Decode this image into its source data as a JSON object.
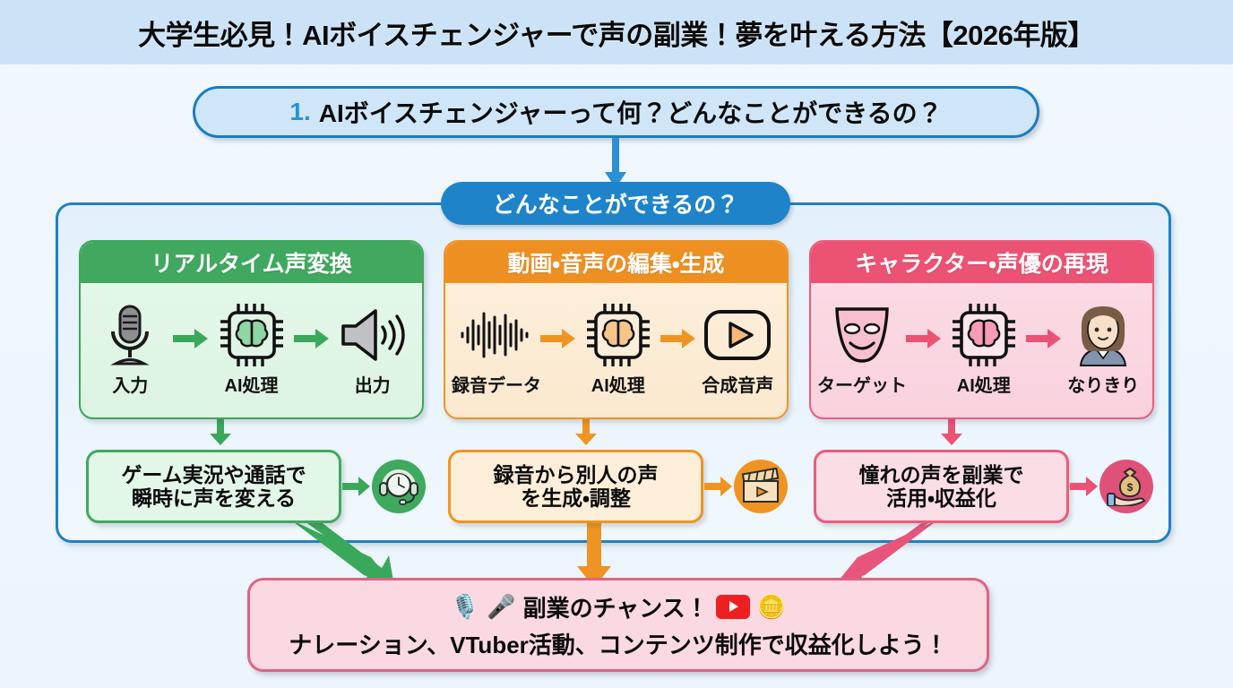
{
  "header": {
    "title": "大学生必見！AIボイスチェンジャーで声の副業！夢を叶える方法【2026年版】",
    "band_color": "#cce3f7"
  },
  "section": {
    "number": "1.",
    "title": "AIボイスチェンジャーって何？どんなことができるの？",
    "accent_color": "#2d8fd5",
    "border_color": "#1b7cc0",
    "fill_color": "#cfe6f8"
  },
  "subtitle": {
    "label": "どんなことができるの？",
    "fill_color": "#1f83c9"
  },
  "columns": [
    {
      "theme": "green",
      "accent_color": "#40a95f",
      "header": "リアルタイム声変換",
      "flow": [
        {
          "icon": "microphone-icon",
          "label": "入力"
        },
        {
          "icon": "ai-chip-brain-icon",
          "label": "AI処理"
        },
        {
          "icon": "speaker-icon",
          "label": "出力"
        }
      ],
      "result": {
        "line1": "ゲーム実況や通話で",
        "line2": "瞬時に声を変える",
        "badge_icon": "headset-clock-icon"
      }
    },
    {
      "theme": "orange",
      "accent_color": "#ee9021",
      "header": "動画・音声の編集・生成",
      "flow": [
        {
          "icon": "audio-waveform-icon",
          "label": "録音データ"
        },
        {
          "icon": "ai-chip-brain-icon",
          "label": "AI処理"
        },
        {
          "icon": "play-video-icon",
          "label": "合成音声"
        }
      ],
      "result": {
        "line1": "録音から別人の声",
        "line2": "を生成・調整",
        "badge_icon": "clapperboard-icon"
      }
    },
    {
      "theme": "pink",
      "accent_color": "#ec5273",
      "header": "キャラクター・声優の再現",
      "flow": [
        {
          "icon": "theater-mask-icon",
          "label": "ターゲット"
        },
        {
          "icon": "ai-chip-brain-icon",
          "label": "AI処理"
        },
        {
          "icon": "woman-avatar-icon",
          "label": "なりきり"
        }
      ],
      "result": {
        "line1": "憧れの声を副業で",
        "line2": "活用・収益化",
        "badge_icon": "money-bag-hand-icon"
      }
    }
  ],
  "bottom": {
    "line1": "副業のチャンス！",
    "line2": "ナレーション、VTuber活動、コンテンツ制作で収益化しよう！",
    "icons_left": [
      "studio-microphone-icon",
      "handheld-microphone-icon"
    ],
    "icons_right": [
      "youtube-play-icon",
      "coin-stack-icon"
    ],
    "fill_color": "#fbd9e3",
    "border_color": "#de6384"
  }
}
